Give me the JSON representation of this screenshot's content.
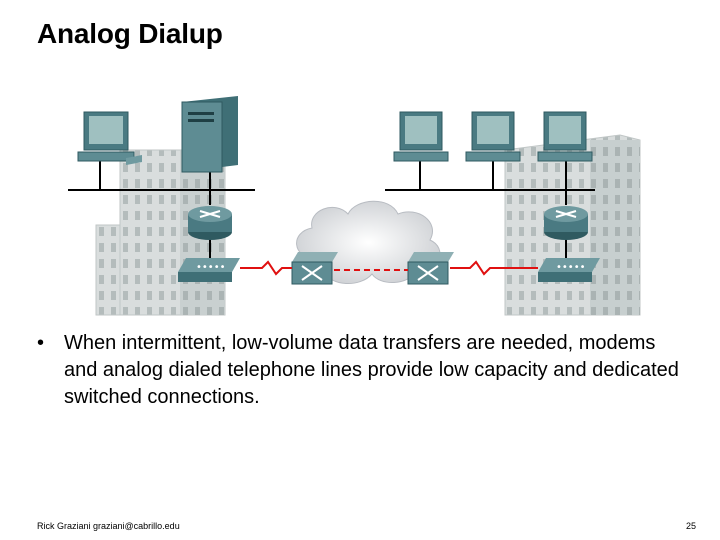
{
  "slide": {
    "title": "Analog Dialup",
    "bullet": "When intermittent, low-volume data transfers are needed, modems and analog dialed telephone lines provide low capacity and dedicated switched connections.",
    "footer_left": "Rick Graziani  graziani@cabrillo.edu",
    "page_number": "25"
  },
  "colors": {
    "building_light": "#d4d8d8",
    "building_shade": "#a9b2b2",
    "device_teal": "#4a7a82",
    "monitor_screen": "#9fc0c0",
    "serial_link": "#e01010",
    "cloud": "#e6e8ea"
  },
  "icons": [
    "pc-icon",
    "server-icon",
    "router-icon",
    "modem-icon",
    "switch-icon",
    "cloud-icon",
    "building-icon"
  ]
}
